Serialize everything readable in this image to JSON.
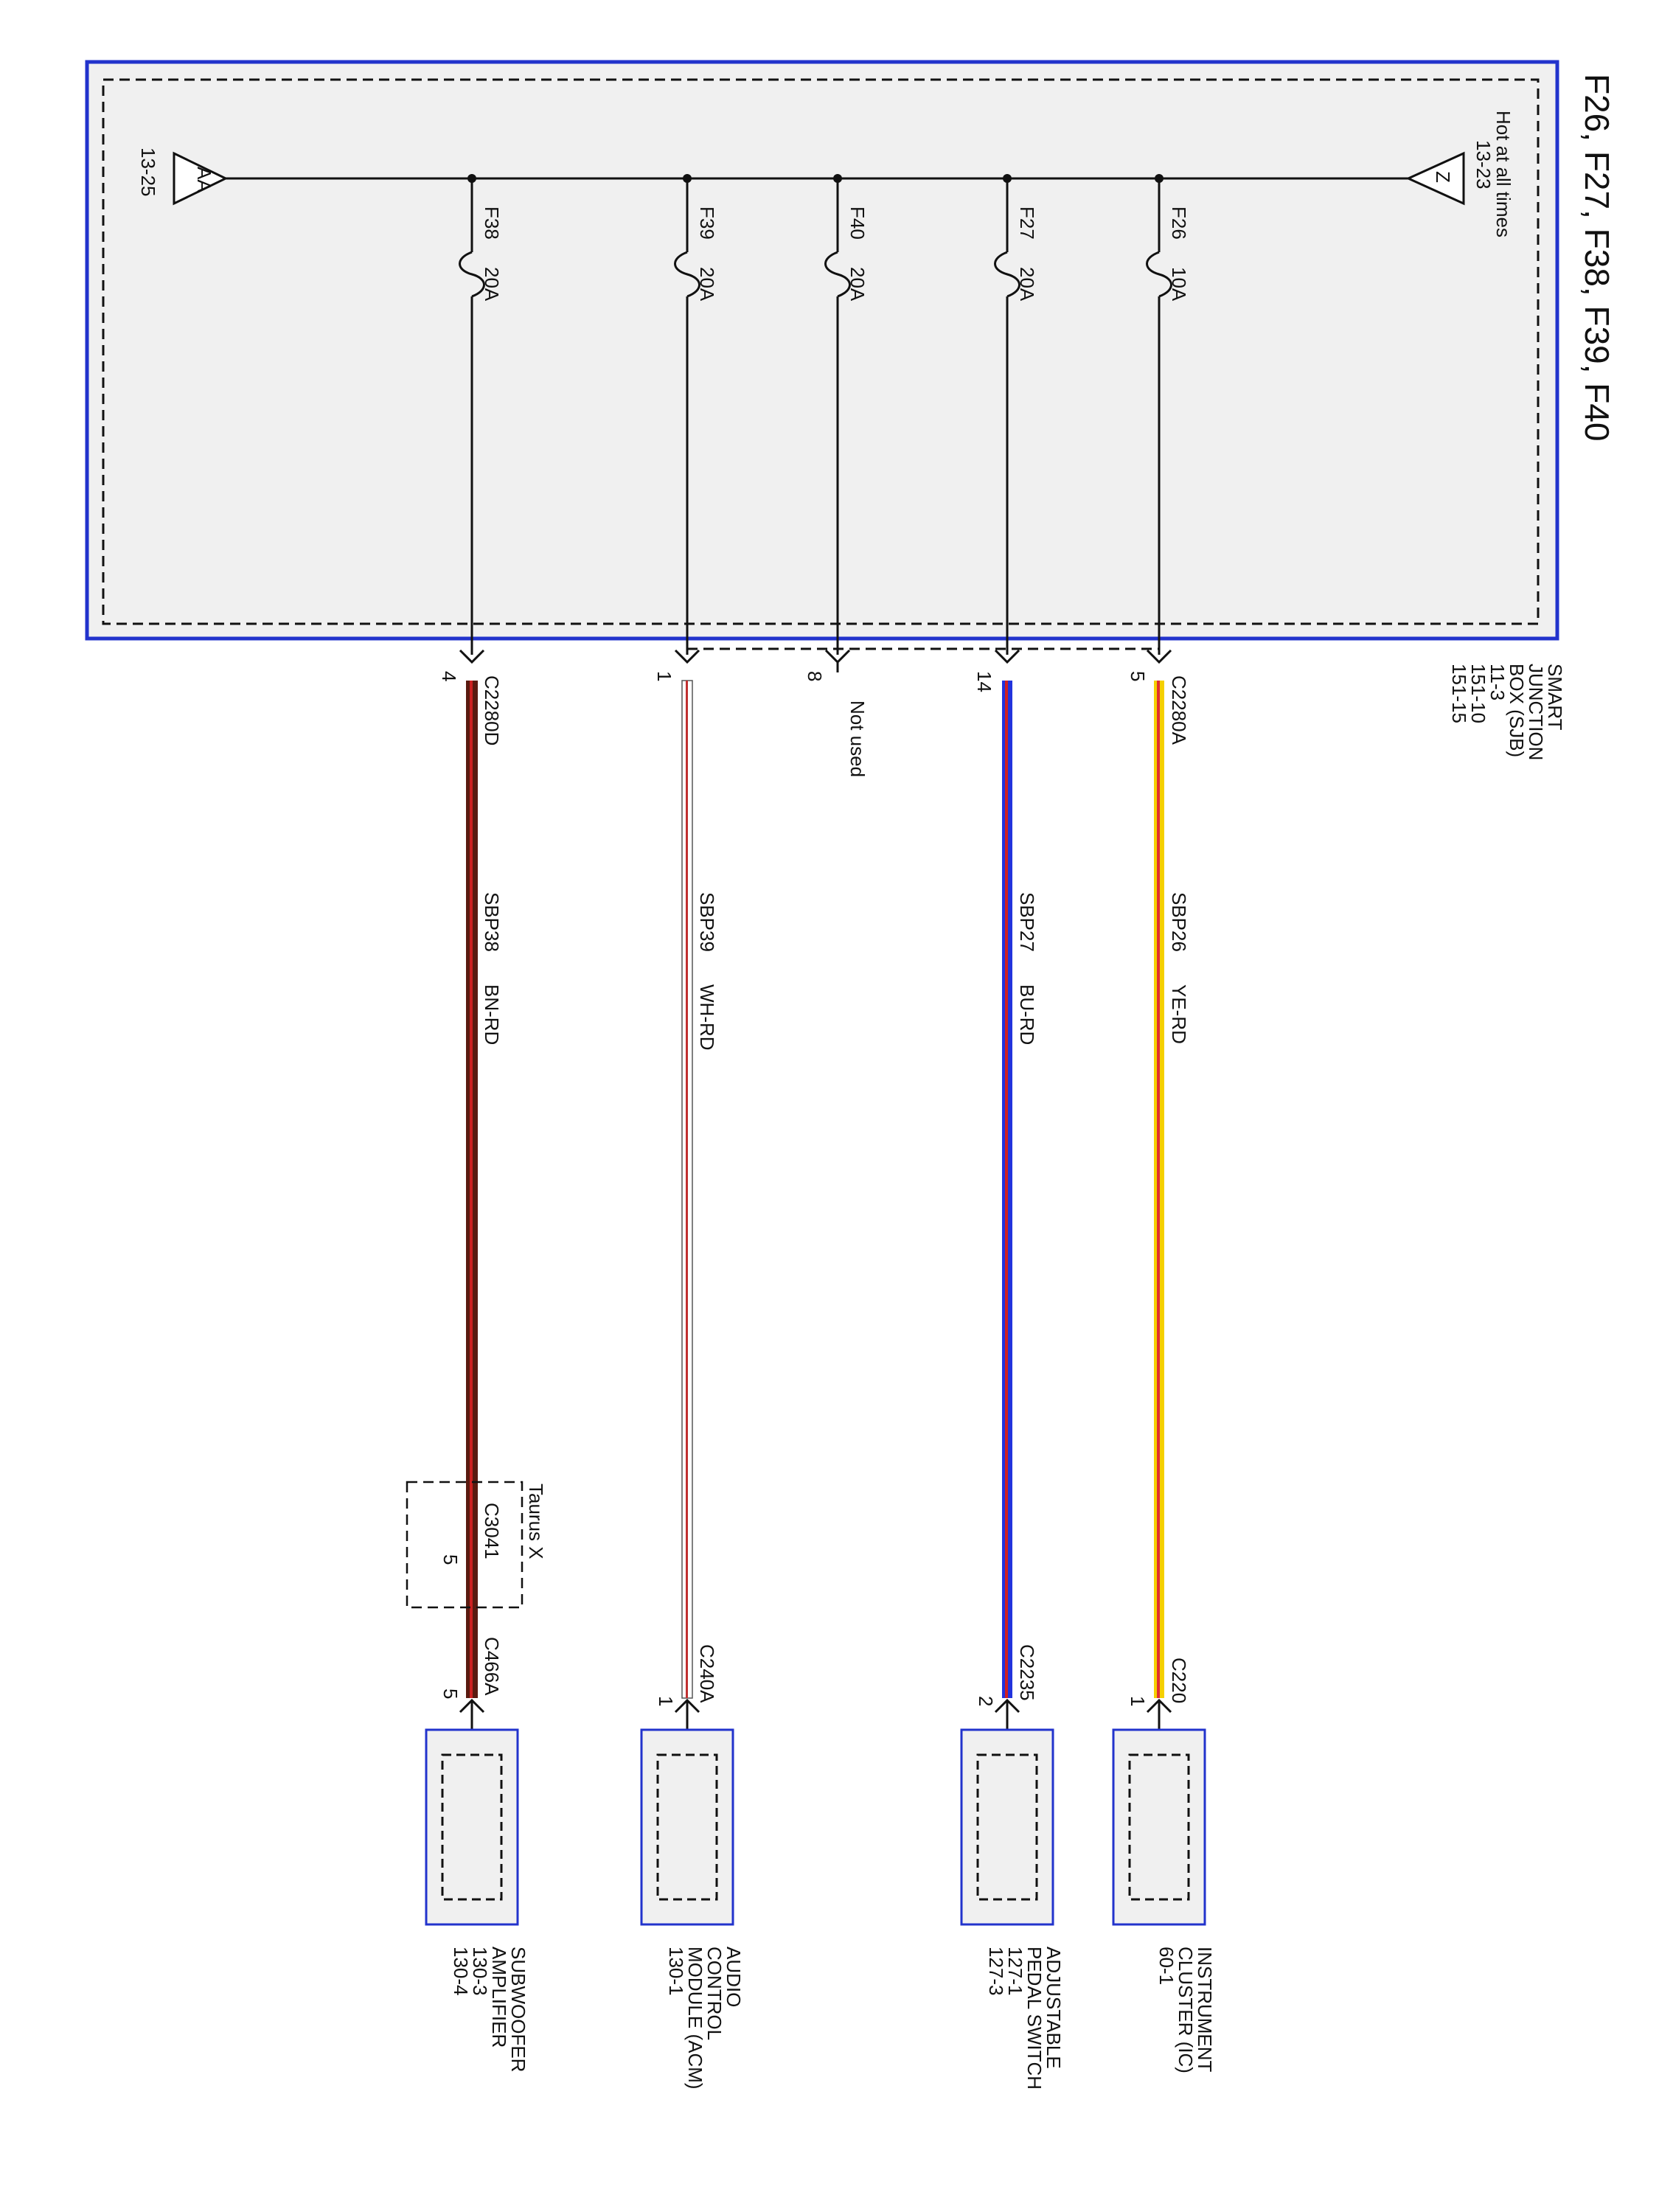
{
  "title": "F26, F27, F38, F39, F40",
  "sjb": {
    "name_lines": [
      "SMART",
      "JUNCTION",
      "BOX (SJB)",
      "11-3",
      "151-10",
      "151-15"
    ],
    "hot_label": "Hot at all times",
    "hot_ref": "13-23",
    "hot_tag": "Z",
    "aa_tag": "AA",
    "aa_ref": "13-25"
  },
  "fuses": [
    {
      "id": "f26",
      "name": "F26",
      "rating": "10A",
      "pin": "5",
      "connector": "C2280A",
      "circuit": "SBP26",
      "color_code": "YE-RD",
      "base": "#f5d000",
      "stripe": "#e03030",
      "dest_connector": "C220",
      "dest_pin": "1",
      "dest_lines": [
        "INSTRUMENT",
        "CLUSTER (IC)",
        "60-1"
      ]
    },
    {
      "id": "f27",
      "name": "F27",
      "rating": "20A",
      "pin": "14",
      "circuit": "SBP27",
      "color_code": "BU-RD",
      "base": "#2233dd",
      "stripe": "#d02020",
      "dest_connector": "C2235",
      "dest_pin": "2",
      "dest_lines": [
        "ADJUSTABLE",
        "PEDAL SWITCH",
        "127-1",
        "127-3"
      ]
    },
    {
      "id": "f40",
      "name": "F40",
      "rating": "20A",
      "pin": "8",
      "not_used": "Not used"
    },
    {
      "id": "f39",
      "name": "F39",
      "rating": "20A",
      "pin": "1",
      "circuit": "SBP39",
      "color_code": "WH-RD",
      "base": "#ffffff",
      "stripe": "#c03030",
      "dest_connector": "C240A",
      "dest_pin": "1",
      "dest_lines": [
        "AUDIO",
        "CONTROL",
        "MODULE (ACM)",
        "130-1"
      ]
    },
    {
      "id": "f38",
      "name": "F38",
      "rating": "20A",
      "pin": "4",
      "connector": "C2280D",
      "circuit": "SBP38",
      "color_code": "BN-RD",
      "base": "#5a1a10",
      "stripe": "#cc2020",
      "inline_option": "Taurus X",
      "inline_connector": "C3041",
      "inline_pin": "5",
      "dest_connector": "C466A",
      "dest_pin": "5",
      "dest_lines": [
        "SUBWOOFER",
        "AMPLIFIER",
        "130-3",
        "130-4"
      ]
    }
  ],
  "colors": {
    "box_border": "#2233cc",
    "box_fill": "#f0f0f0",
    "line": "#111111"
  }
}
